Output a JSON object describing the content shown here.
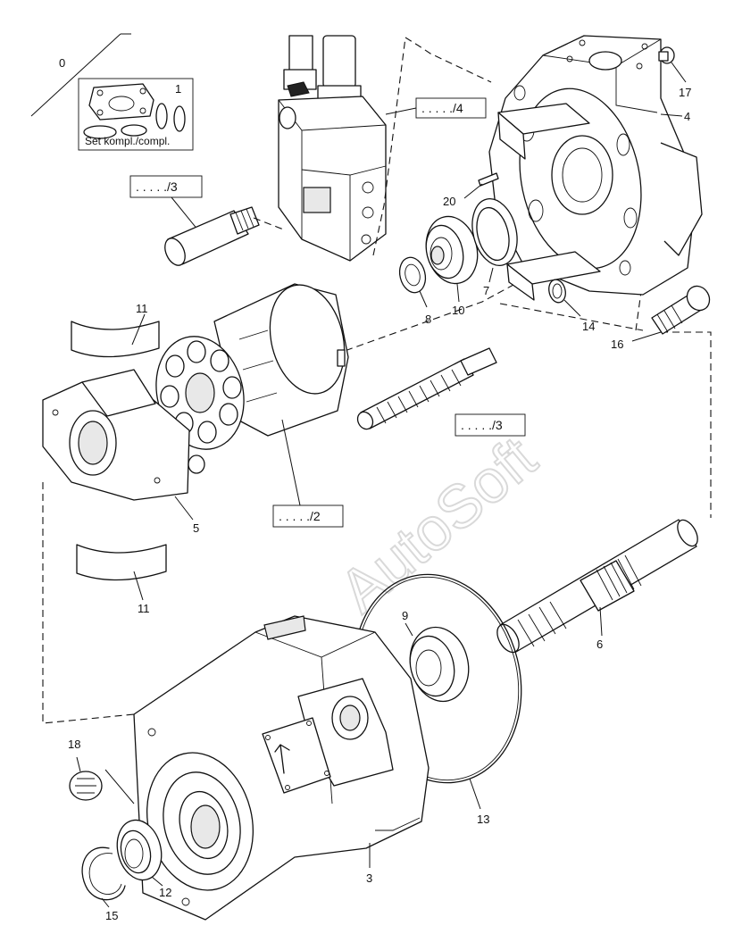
{
  "labels": {
    "l0": "0",
    "l1": "1",
    "l3": "3",
    "l4": "4",
    "l5": "5",
    "l6": "6",
    "l7": "7",
    "l8": "8",
    "l9": "9",
    "l10": "10",
    "l11a": "11",
    "l11b": "11",
    "l12": "12",
    "l13": "13",
    "l14": "14",
    "l15": "15",
    "l16": "16",
    "l17": "17",
    "l18": "18",
    "l20": "20"
  },
  "refs": {
    "r4": ". . . . ./4",
    "r3a": ". . . . ./3",
    "r3b": ". . . . ./3",
    "r2": ". . . . ./2"
  },
  "kit": {
    "caption": "Set kompl./compl."
  },
  "watermark": {
    "text": "AutoSoft"
  }
}
